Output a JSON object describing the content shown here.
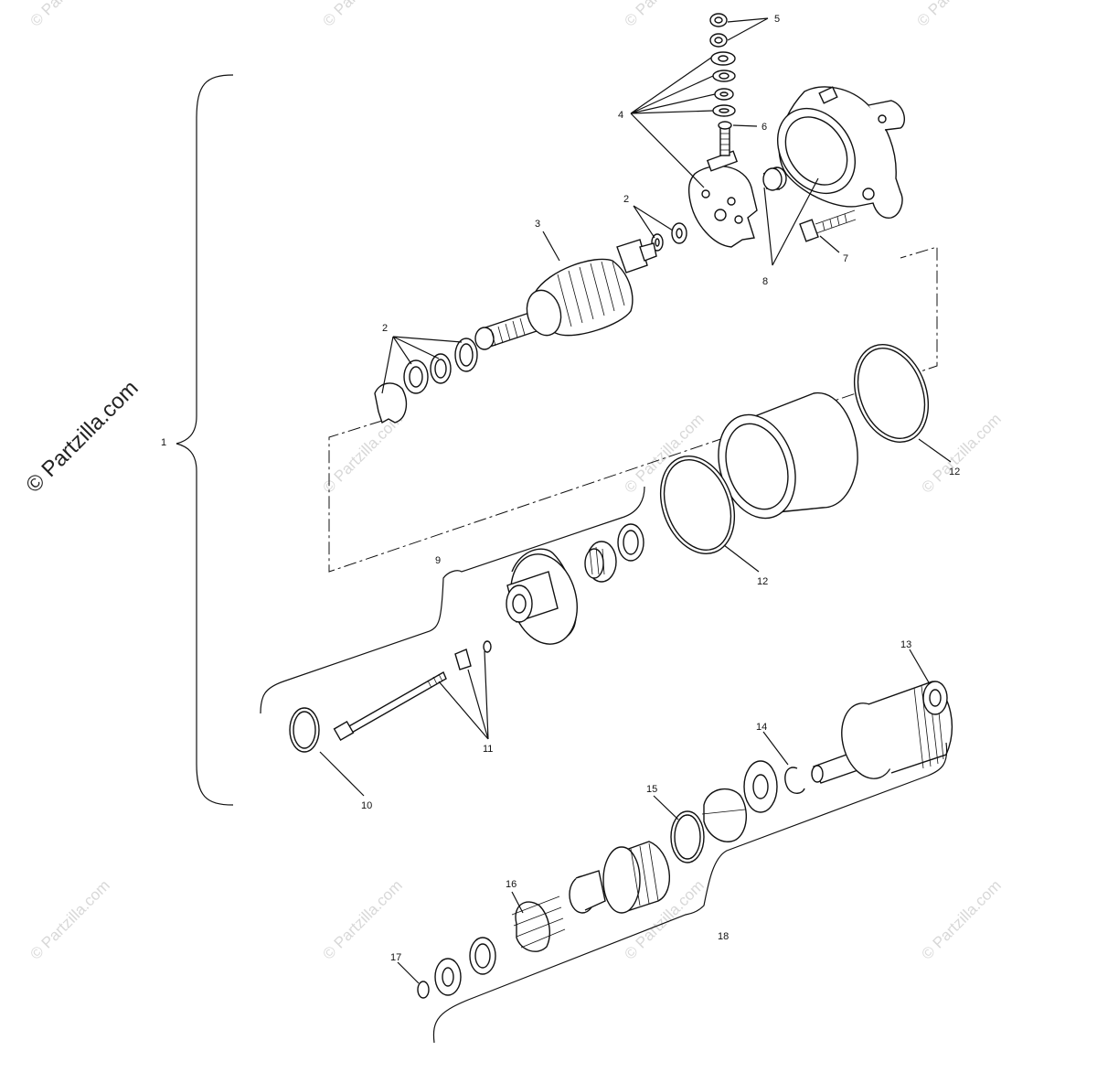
{
  "watermark": {
    "main": "© Partzilla.com",
    "tile": "© Partzilla.com"
  },
  "callouts": [
    "1",
    "2",
    "2",
    "2",
    "3",
    "4",
    "5",
    "6",
    "7",
    "8",
    "9",
    "10",
    "11",
    "12",
    "12",
    "13",
    "14",
    "15",
    "16",
    "17",
    "18"
  ],
  "colors": {
    "line": "#111111",
    "watermark": "#d8d8d8",
    "background": "#ffffff"
  }
}
